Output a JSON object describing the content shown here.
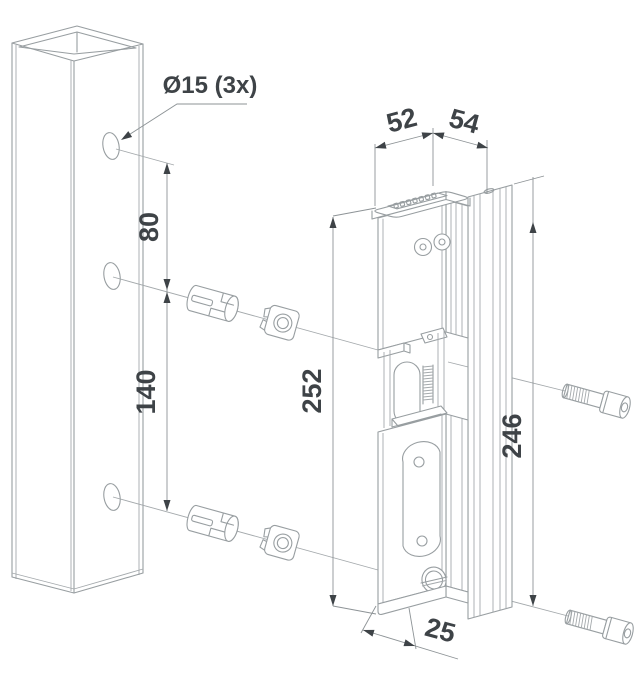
{
  "drawing": {
    "type": "isometric installation drawing",
    "colors": {
      "part_line": "#989ea1",
      "dim_line": "#8d9396",
      "text": "#3e4347",
      "background": "#ffffff"
    },
    "annotations": {
      "hole_note": "Ø15 (3x)",
      "dim_hole_spacing_top": "80",
      "dim_hole_spacing_bottom": "140",
      "dim_body_width": "52",
      "dim_body_depth": "54",
      "dim_body_height": "252",
      "dim_profile_height": "246",
      "dim_bottom_depth": "25"
    }
  }
}
